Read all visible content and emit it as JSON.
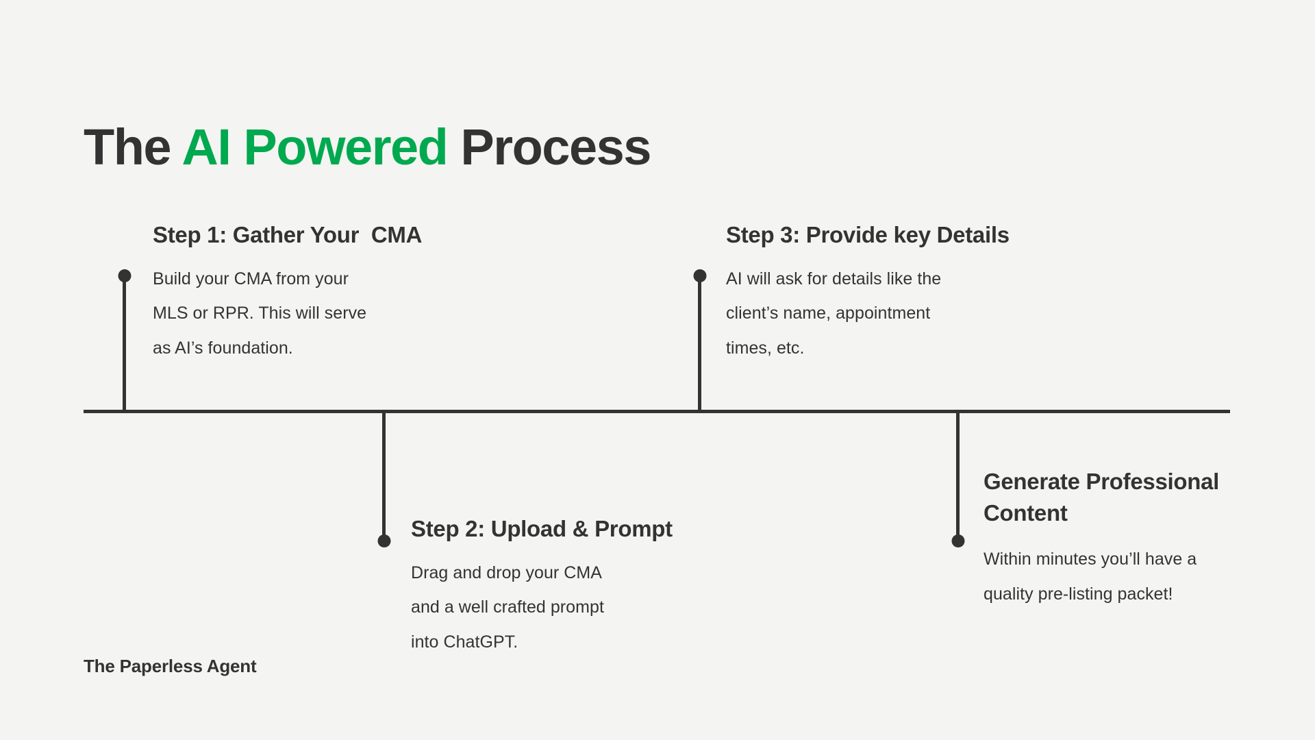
{
  "background_color": "#f4f4f2",
  "accent_color": "#00a94f",
  "text_color": "#333333",
  "title": {
    "before": "The ",
    "accent": "AI Powered",
    "after": " Process"
  },
  "steps": [
    {
      "id": "step-1",
      "heading": "Step 1: Gather Your  CMA",
      "body": "Build your CMA from your MLS or RPR. This will serve as AI’s foundation.",
      "position": "above-axis"
    },
    {
      "id": "step-2",
      "heading": "Step 2: Upload & Prompt",
      "body": "Drag and drop your CMA and a well crafted prompt into ChatGPT.",
      "position": "below-axis"
    },
    {
      "id": "step-3",
      "heading": "Step 3: Provide key Details",
      "body": "AI will ask for details like the client’s name, appointment times, etc.",
      "position": "above-axis"
    },
    {
      "id": "step-4",
      "heading": "Generate Professional Content",
      "body": "Within minutes you’ll have a quality pre-listing packet!",
      "position": "below-axis"
    }
  ],
  "brand": "The Paperless Agent"
}
